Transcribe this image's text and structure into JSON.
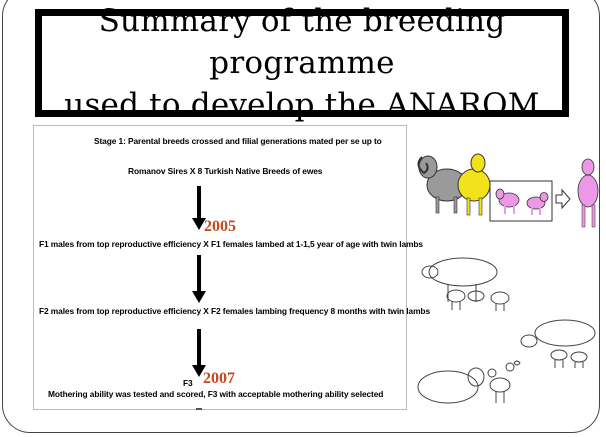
{
  "title": {
    "line1": "Summary of the breeding programme",
    "line2": "used to develop the ANAROM"
  },
  "flow": {
    "stage1": "Stage 1: Parental breeds crossed and filial generations mated per se up to",
    "parents": "Romanov Sires X 8 Turkish Native Breeds of ewes",
    "year1": "2005",
    "f1_cross": "F1 males from top reproductive efficiency  X F1 females lambed at 1-1,5 year of age with twin lambs",
    "f2_cross": "F2 males from top reproductive efficiency  X F2 females lambing frequency 8 months  with twin lambs",
    "f3_label": "F3",
    "year2": "2007",
    "f3_note": "Mothering ability was tested and scored, F3 with acceptable mothering ability selected"
  },
  "colors": {
    "year": "#c8461e",
    "romanov_ram": "#9a9a9a",
    "native_ewe": "#f2e21c",
    "lamb": "#ec97e8"
  }
}
